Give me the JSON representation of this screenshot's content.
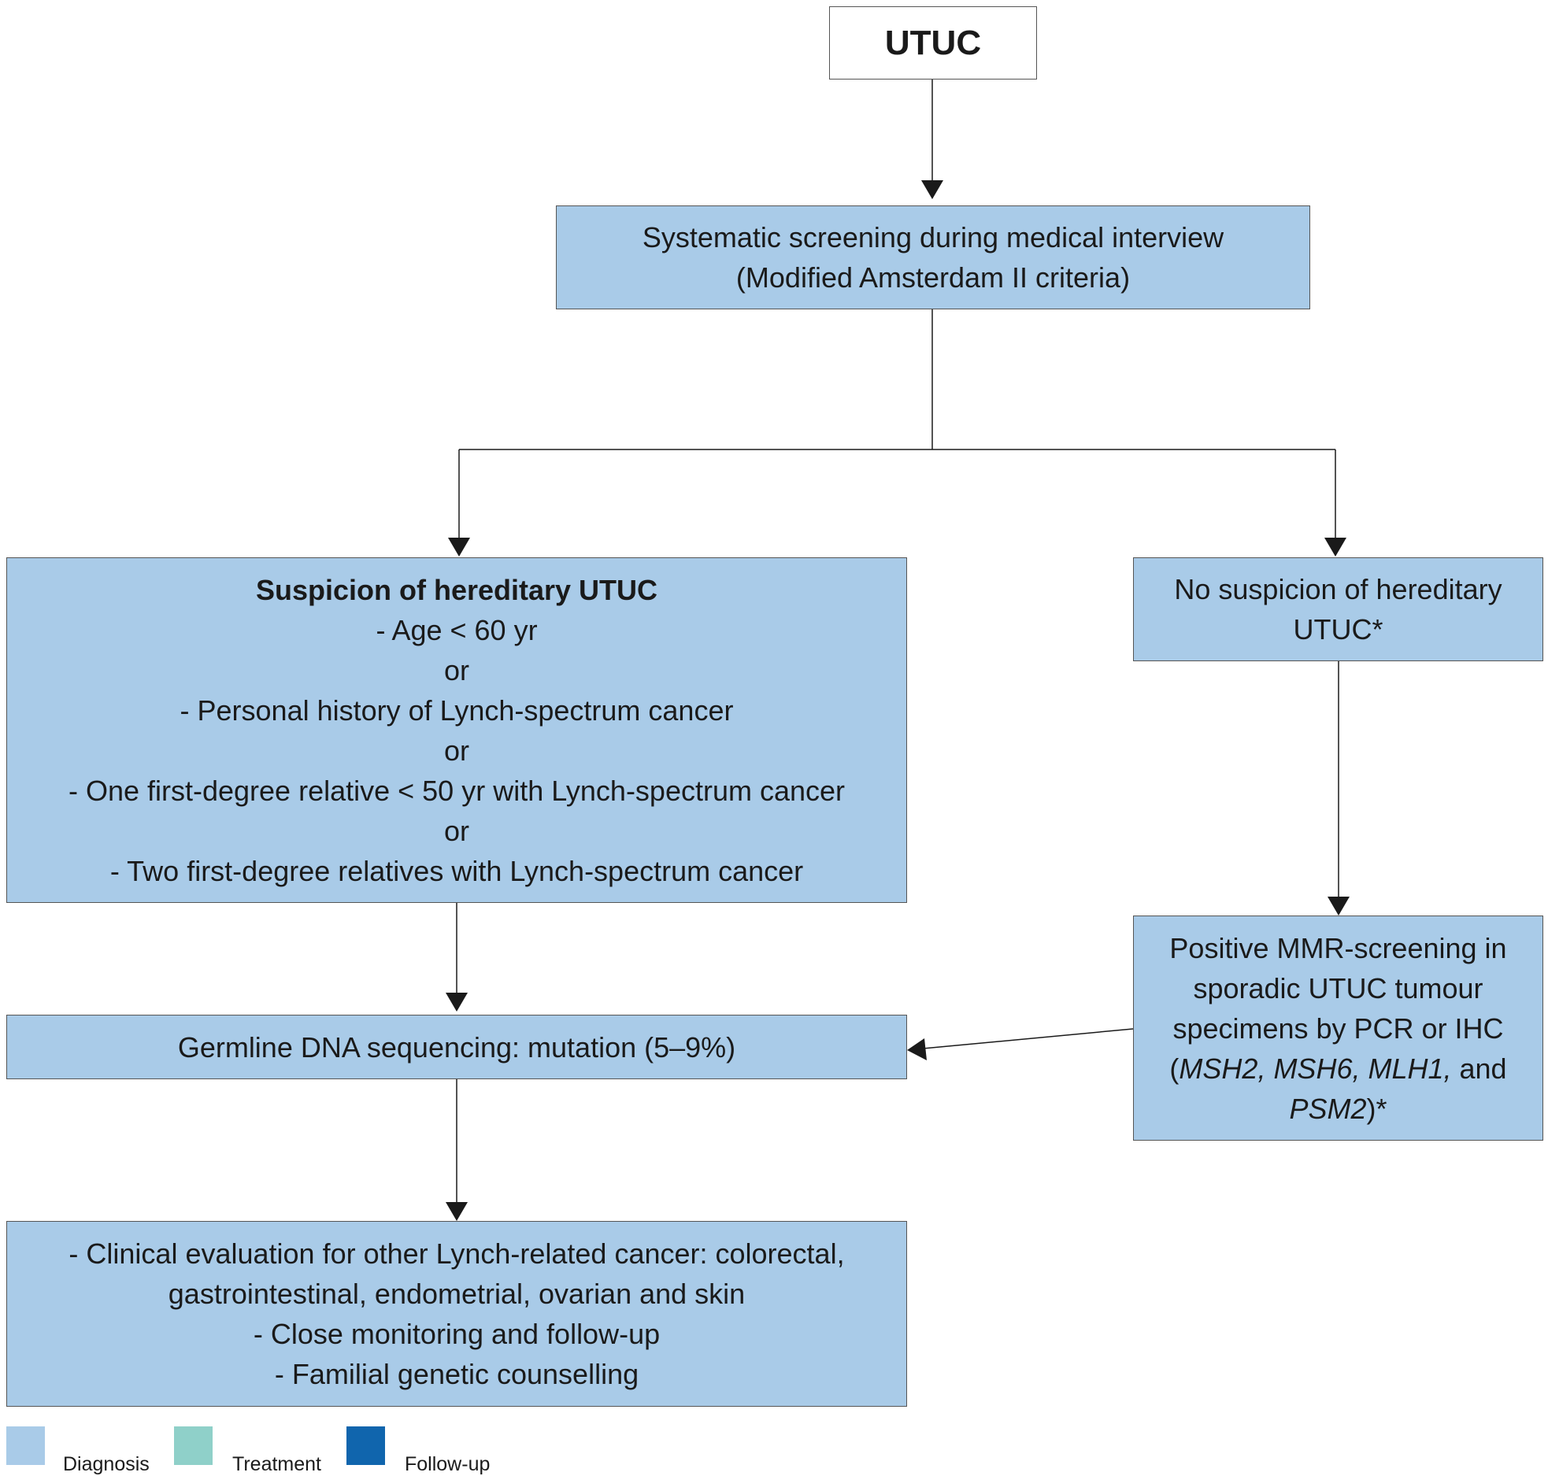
{
  "nodes": {
    "utuc": "UTUC",
    "screening": {
      "line1": "Systematic screening during medical interview",
      "line2": "(Modified Amsterdam II criteria)"
    },
    "suspicion": {
      "title": "Suspicion of hereditary UTUC",
      "criteria": [
        "- Age < 60 yr",
        "or",
        "- Personal history of Lynch-spectrum cancer",
        "or",
        "- One first-degree relative < 50 yr with Lynch-spectrum cancer",
        "or",
        "- Two first-degree relatives with Lynch-spectrum cancer"
      ]
    },
    "no_suspicion": {
      "line1": "No suspicion of hereditary",
      "line2": "UTUC*"
    },
    "mmr": {
      "line1": "Positive MMR-screening in",
      "line2": "sporadic UTUC tumour",
      "line3": "specimens by PCR or IHC",
      "line4_open": "(",
      "gene1": "MSH2, MSH6, MLH1,",
      "line4_and": " and",
      "gene2": "PSM2",
      "line5_close": ")*"
    },
    "germline": "Germline DNA sequencing: mutation (5–9%)",
    "clinical": [
      "- Clinical evaluation for other Lynch-related cancer: colorectal,",
      "gastrointestinal, endometrial, ovarian and skin",
      "- Close monitoring and follow-up",
      "- Familial genetic counselling"
    ]
  },
  "legend": [
    {
      "label": "Diagnosis",
      "color": "#a9cbe8"
    },
    {
      "label": "Treatment",
      "color": "#8fd0c9"
    },
    {
      "label": "Follow-up",
      "color": "#1065ad"
    }
  ],
  "colors": {
    "box_fill": "#a9cbe8",
    "border": "#555555",
    "arrow": "#1a1a1a"
  }
}
